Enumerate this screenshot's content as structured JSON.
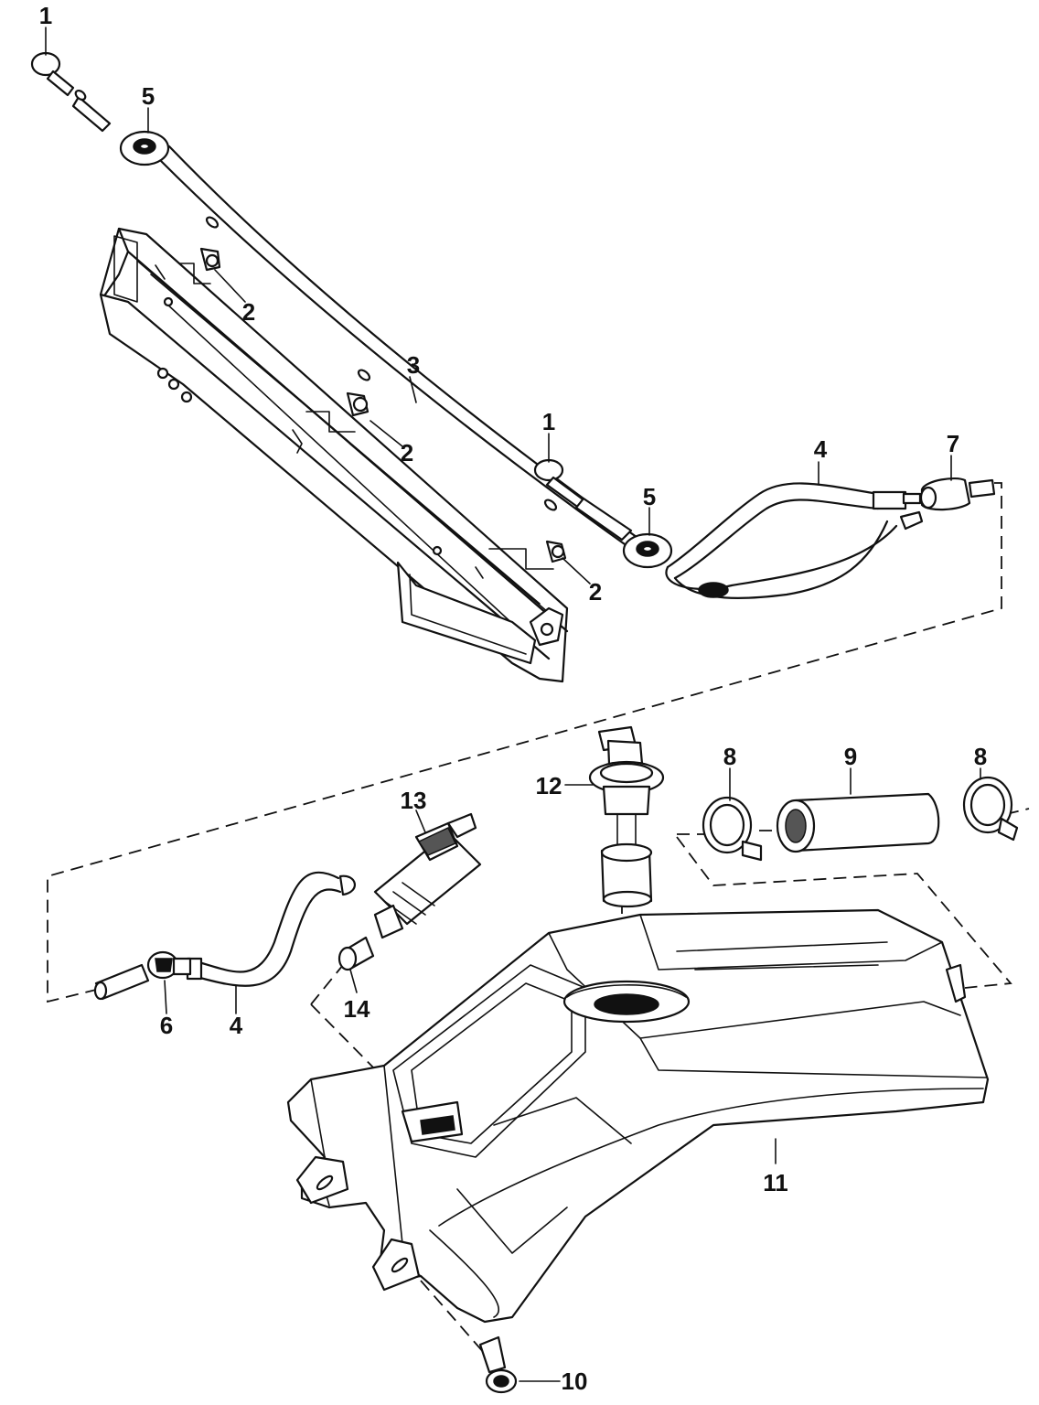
{
  "callouts": [
    {
      "id": "c1a",
      "text": "1"
    },
    {
      "id": "c5a",
      "text": "5"
    },
    {
      "id": "c2a",
      "text": "2"
    },
    {
      "id": "c3",
      "text": "3"
    },
    {
      "id": "c2b",
      "text": "2"
    },
    {
      "id": "c1b",
      "text": "1"
    },
    {
      "id": "c4a",
      "text": "4"
    },
    {
      "id": "c7",
      "text": "7"
    },
    {
      "id": "c5b",
      "text": "5"
    },
    {
      "id": "c2c",
      "text": "2"
    },
    {
      "id": "c8a",
      "text": "8"
    },
    {
      "id": "c9",
      "text": "9"
    },
    {
      "id": "c8b",
      "text": "8"
    },
    {
      "id": "c12",
      "text": "12"
    },
    {
      "id": "c13",
      "text": "13"
    },
    {
      "id": "c14",
      "text": "14"
    },
    {
      "id": "c6",
      "text": "6"
    },
    {
      "id": "c4b",
      "text": "4"
    },
    {
      "id": "c11",
      "text": "11"
    },
    {
      "id": "c10",
      "text": "10"
    }
  ]
}
